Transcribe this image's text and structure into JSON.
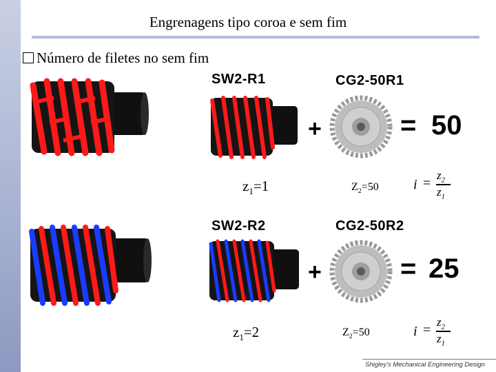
{
  "slide": {
    "title": "Engrenagens tipo coroa e sem fim",
    "bullet": "Número de filetes no sem fim",
    "credit": "Shigley's Mechanical Engineering Design"
  },
  "rows": [
    {
      "worm_code": "SW2-R1",
      "gear_code": "CG2-50R1",
      "plus": "+",
      "equals": "=",
      "result": "50",
      "z1_label": "z",
      "z1_sub": "1",
      "z1_value": "=1",
      "z2_label": "Z",
      "z2_sub": "2",
      "z2_value": "=50"
    },
    {
      "worm_code": "SW2-R2",
      "gear_code": "CG2-50R2",
      "plus": "+",
      "equals": "=",
      "result": "25",
      "z1_label": "z",
      "z1_sub": "1",
      "z1_value": "=2",
      "z2_label": "Z",
      "z2_sub": "2",
      "z2_value": "=50"
    }
  ],
  "ratio": {
    "i": "i",
    "eq": "=",
    "num": "z",
    "num_sub": "2",
    "den": "z",
    "den_sub": "1"
  },
  "colors": {
    "thread_1": "#ff1a1a",
    "thread_2": "#1a3cff",
    "worm_body": "#151515",
    "gear": "#b8b8b8",
    "sidebar": "#a9b3d2"
  }
}
